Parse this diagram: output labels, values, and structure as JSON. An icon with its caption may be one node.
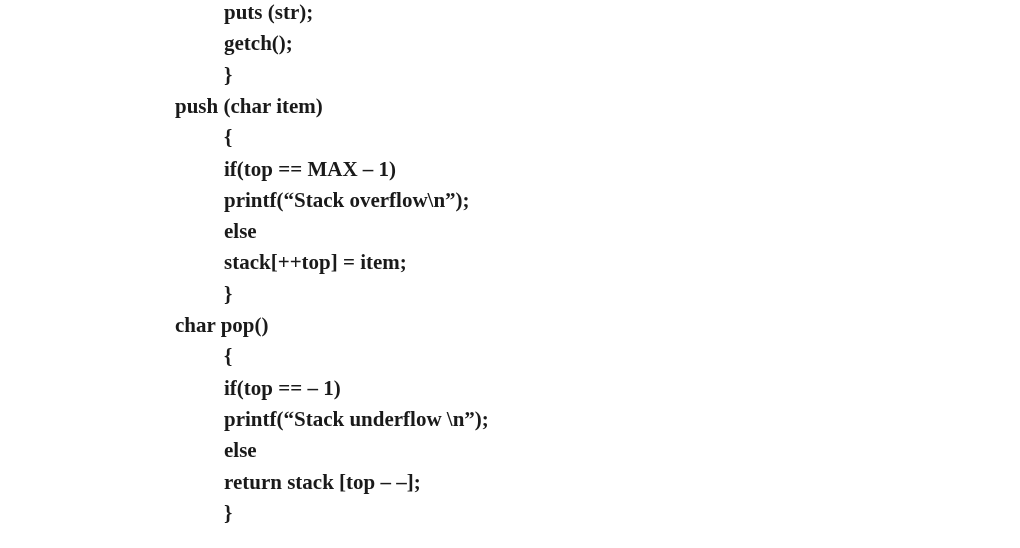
{
  "diagram": {
    "labels": [
      "puts (str);",
      "getch();",
      "}",
      "push (char item)",
      "{",
      "if(top == MAX – 1)",
      "printf(“Stack overflow\\n”);",
      "else",
      "stack[++top] = item;",
      "}",
      "char pop()",
      "{",
      "if(top == – 1)",
      "printf(“Stack underflow \\n”);",
      "else",
      "return stack [top – –];",
      "}"
    ]
  }
}
